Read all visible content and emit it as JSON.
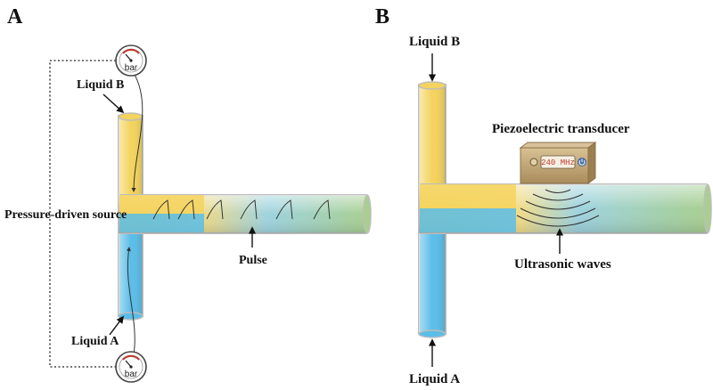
{
  "panel_a": {
    "letter": "A",
    "labels": {
      "liquid_b": "Liquid B",
      "liquid_a": "Liquid A",
      "source": "Pressure-driven source",
      "pulse": "Pulse"
    },
    "gauge_unit": "bar"
  },
  "panel_b": {
    "letter": "B",
    "labels": {
      "liquid_b": "Liquid B",
      "liquid_a": "Liquid A",
      "transducer": "Piezoelectric transducer",
      "waves": "Ultrasonic waves"
    },
    "transducer_display": "240 MHz"
  },
  "colors": {
    "liquid_a": "#5bbde8",
    "liquid_b": "#f4d35e",
    "mixed": "#a8cf8f",
    "tube_wall": "#c8c8c8",
    "device": "#c4a97a"
  },
  "icons": {
    "gauge": "pressure-gauge-icon",
    "power": "power-icon"
  }
}
